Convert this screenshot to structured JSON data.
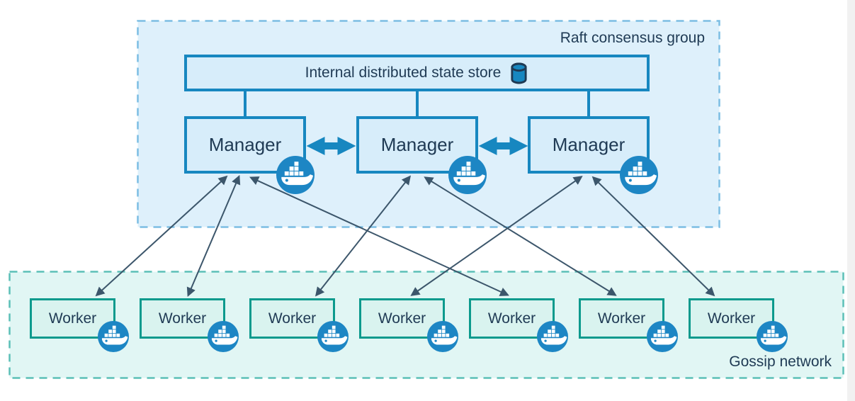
{
  "diagram": {
    "title_hint": "Docker Swarm architecture",
    "raft_group": {
      "label": "Raft consensus group",
      "state_store": {
        "label": "Internal distributed state store",
        "icon": "database-cylinder-icon"
      },
      "managers": [
        {
          "label": "Manager",
          "icon": "docker-whale-icon"
        },
        {
          "label": "Manager",
          "icon": "docker-whale-icon"
        },
        {
          "label": "Manager",
          "icon": "docker-whale-icon"
        }
      ]
    },
    "gossip_network": {
      "label": "Gossip network",
      "workers": [
        {
          "label": "Worker",
          "icon": "docker-whale-icon"
        },
        {
          "label": "Worker",
          "icon": "docker-whale-icon"
        },
        {
          "label": "Worker",
          "icon": "docker-whale-icon"
        },
        {
          "label": "Worker",
          "icon": "docker-whale-icon"
        },
        {
          "label": "Worker",
          "icon": "docker-whale-icon"
        },
        {
          "label": "Worker",
          "icon": "docker-whale-icon"
        },
        {
          "label": "Worker",
          "icon": "docker-whale-icon"
        }
      ]
    },
    "links": {
      "state_store_to_managers": [
        "manager-1",
        "manager-2",
        "manager-3"
      ],
      "manager_peer_links": [
        [
          "manager-1",
          "manager-2"
        ],
        [
          "manager-2",
          "manager-3"
        ]
      ],
      "manager_worker_links": [
        [
          "manager-1",
          "worker-1"
        ],
        [
          "manager-1",
          "worker-2"
        ],
        [
          "manager-1",
          "worker-5"
        ],
        [
          "manager-2",
          "worker-3"
        ],
        [
          "manager-2",
          "worker-6"
        ],
        [
          "manager-3",
          "worker-4"
        ],
        [
          "manager-3",
          "worker-7"
        ]
      ]
    },
    "colors": {
      "blue_node_border": "#1787c0",
      "blue_node_fill": "#d7edfa",
      "raft_region_fill": "#def0fb",
      "raft_region_border": "#7bbde3",
      "teal_node_border": "#0c9a8d",
      "teal_node_fill": "#d9f3ef",
      "gossip_region_fill": "#e1f6f4",
      "gossip_region_border": "#5bbfb7",
      "thin_arrow": "#3c566b",
      "docker_blue": "#1d86c4",
      "text": "#1f3a54"
    }
  }
}
